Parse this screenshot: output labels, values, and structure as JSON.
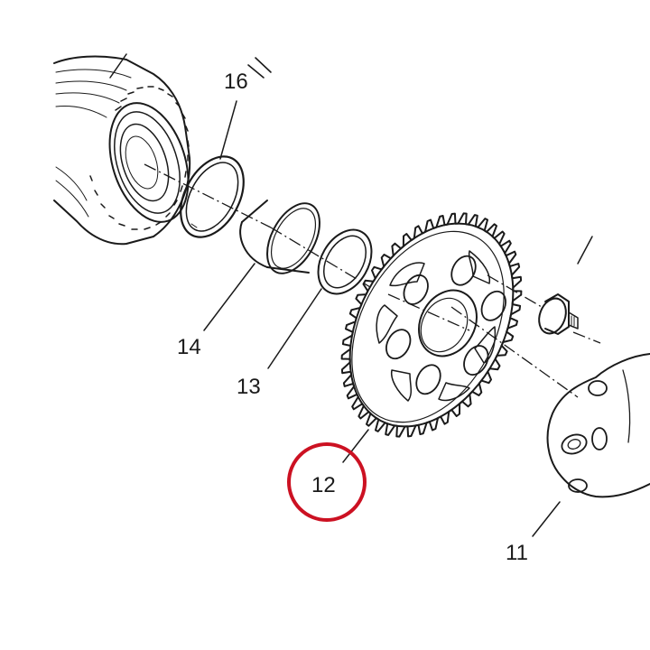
{
  "callouts": [
    {
      "id": "16",
      "label": "16"
    },
    {
      "id": "14",
      "label": "14"
    },
    {
      "id": "13",
      "label": "13"
    },
    {
      "id": "12",
      "label": "12"
    },
    {
      "id": "11",
      "label": "11"
    }
  ],
  "highlight": {
    "target": "12",
    "color": "#cc1122"
  }
}
